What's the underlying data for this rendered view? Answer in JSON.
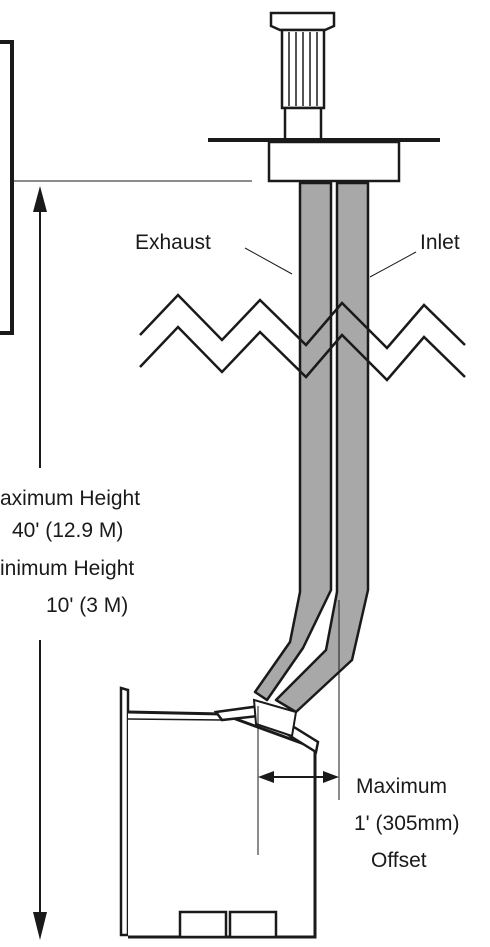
{
  "labels": {
    "exhaust": "Exhaust",
    "inlet": "Inlet",
    "height_line1": "aximum Height",
    "height_line2": "40' (12.9 M)",
    "height_line3": "inimum Height",
    "height_line4": "10' (3 M)",
    "offset_line1": "Maximum",
    "offset_line2": "1' (305mm)",
    "offset_line3": "Offset"
  },
  "colors": {
    "pipe_fill": "#a8a8a8",
    "line": "#1a1a1a",
    "background": "#ffffff"
  }
}
